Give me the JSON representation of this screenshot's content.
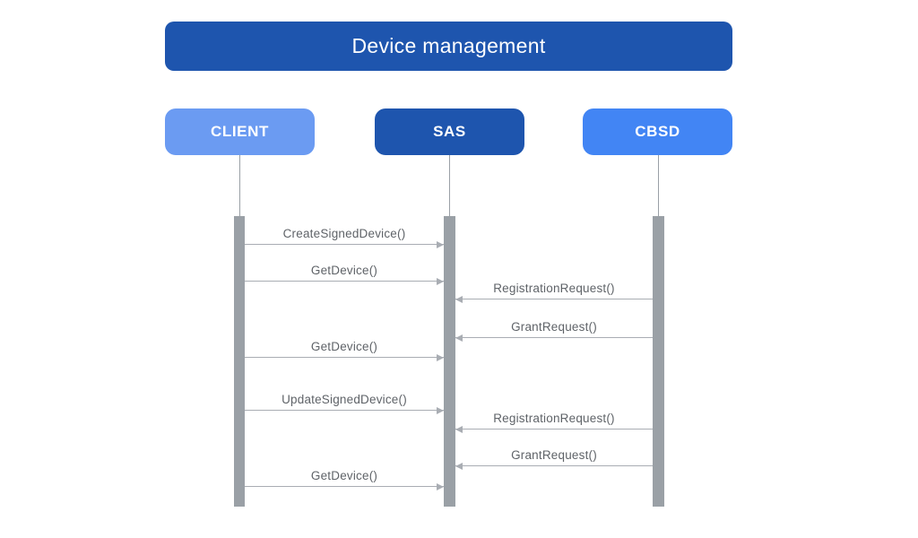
{
  "title": "Device management",
  "colors": {
    "background": "#ffffff",
    "title_bg": "#1e55ae",
    "client_bg": "#6b9bf2",
    "sas_bg": "#1e55ae",
    "cbsd_bg": "#4285f4",
    "lifeline": "#9aa0a6",
    "activation": "#9aa0a6",
    "arrow": "#a9adb3",
    "message_text": "#5f6368"
  },
  "actors": [
    {
      "id": "client",
      "label": "CLIENT"
    },
    {
      "id": "sas",
      "label": "SAS"
    },
    {
      "id": "cbsd",
      "label": "CBSD"
    }
  ],
  "messages": [
    {
      "label": "CreateSignedDevice()",
      "from": "CLIENT",
      "to": "SAS"
    },
    {
      "label": "GetDevice()",
      "from": "CLIENT",
      "to": "SAS"
    },
    {
      "label": "RegistrationRequest()",
      "from": "CBSD",
      "to": "SAS"
    },
    {
      "label": "GrantRequest()",
      "from": "CBSD",
      "to": "SAS"
    },
    {
      "label": "GetDevice()",
      "from": "CLIENT",
      "to": "SAS"
    },
    {
      "label": "UpdateSignedDevice()",
      "from": "CLIENT",
      "to": "SAS"
    },
    {
      "label": "RegistrationRequest()",
      "from": "CBSD",
      "to": "SAS"
    },
    {
      "label": "GrantRequest()",
      "from": "CBSD",
      "to": "SAS"
    },
    {
      "label": "GetDevice()",
      "from": "CLIENT",
      "to": "SAS"
    }
  ]
}
